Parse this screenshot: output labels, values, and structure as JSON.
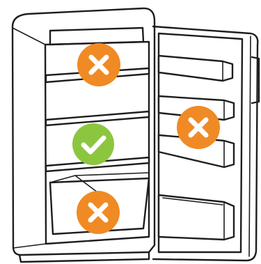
{
  "illustration": {
    "subject": "open-refrigerator",
    "colors": {
      "outline": "#1e1e1e",
      "background": "#ffffff",
      "not_recommended": "#f08a24",
      "recommended": "#8cc63f",
      "mark": "#ffffff"
    },
    "markers": [
      {
        "zone": "upper-shelf",
        "status": "not-recommended",
        "icon": "cross-icon"
      },
      {
        "zone": "middle-shelf",
        "status": "recommended",
        "icon": "check-icon"
      },
      {
        "zone": "crisper-drawer",
        "status": "not-recommended",
        "icon": "cross-icon"
      },
      {
        "zone": "door-shelves",
        "status": "not-recommended",
        "icon": "cross-icon"
      }
    ]
  }
}
